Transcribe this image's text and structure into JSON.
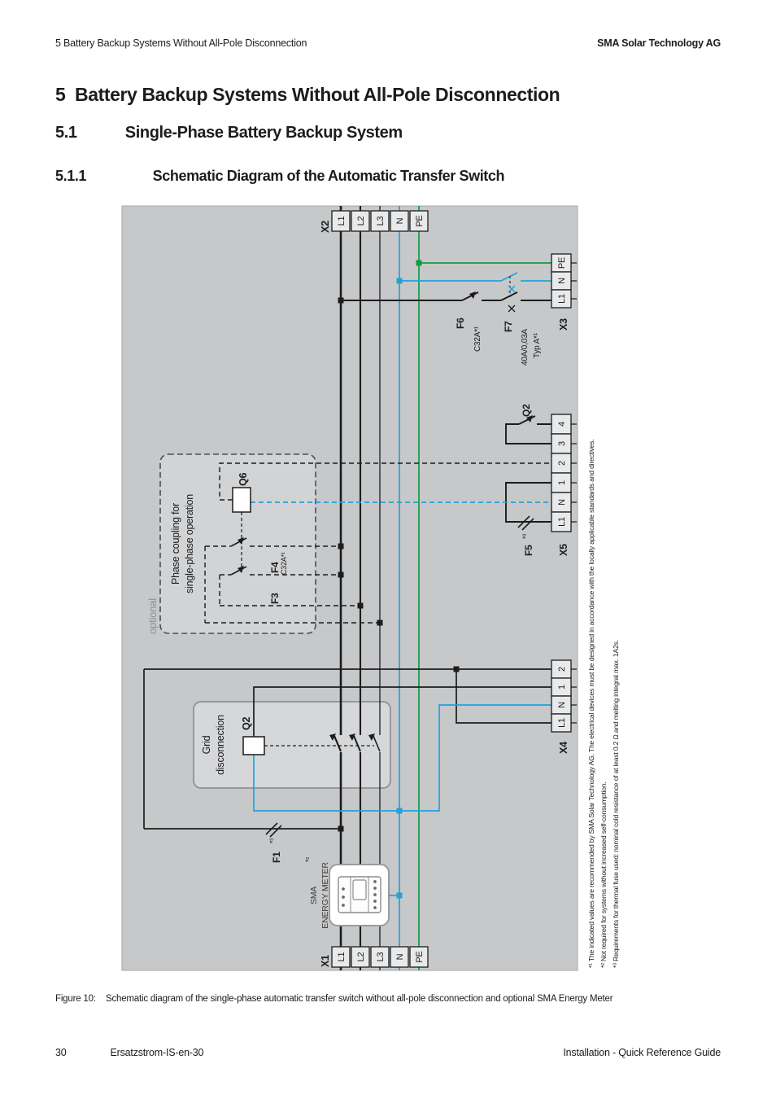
{
  "header": {
    "left": "5  Battery Backup Systems Without All-Pole Disconnection",
    "right": "SMA Solar Technology AG"
  },
  "headings": {
    "h1": {
      "num": "5",
      "title": "Battery Backup Systems Without All-Pole Disconnection"
    },
    "h2": {
      "num": "5.1",
      "title": "Single-Phase Battery Backup System"
    },
    "h3": {
      "num": "5.1.1",
      "title": "Schematic Diagram of the Automatic Transfer Switch"
    }
  },
  "figure": {
    "label": "Figure 10:",
    "caption": "Schematic diagram of the single-phase automatic transfer switch without all-pole disconnection and optional SMA Energy Meter"
  },
  "footer": {
    "page": "30",
    "doc": "Ersatzstrom-IS-en-30",
    "right": "Installation - Quick Reference Guide"
  },
  "diagram": {
    "colors": {
      "background": "#c7c8ca",
      "line_phase": "#1c1c1c",
      "line_neutral": "#21a2db",
      "line_pe": "#0c9c43"
    },
    "blocks": {
      "x2": {
        "name": "X2",
        "terminals": [
          "L1",
          "L2",
          "L3",
          "N",
          "PE"
        ]
      },
      "x1": {
        "name": "X1",
        "terminals": [
          "L1",
          "L2",
          "L3",
          "N",
          "PE"
        ]
      },
      "x3": {
        "name": "X3",
        "terminals": [
          "PE",
          "N",
          "L1"
        ]
      },
      "x4": {
        "name": "X4",
        "terminals": [
          "2",
          "1",
          "N",
          "L1"
        ]
      },
      "x5": {
        "name": "X5",
        "terminals": [
          "4",
          "3",
          "2",
          "1",
          "N",
          "L1"
        ]
      }
    },
    "components": {
      "f6": {
        "id": "F6",
        "rating": "C32A*¹"
      },
      "f7": {
        "id": "F7",
        "rating": "40A/0,03A",
        "type": "Typ A*¹"
      },
      "q2_switch": {
        "id": "Q2"
      },
      "f5": {
        "id": "F5",
        "note": "*³"
      },
      "q6": {
        "id": "Q6"
      },
      "f4": {
        "id": "F4",
        "rating": "C32A*¹"
      },
      "f3": {
        "id": "F3"
      },
      "q2_grid": {
        "id": "Q2"
      },
      "f1": {
        "id": "F1",
        "note": "*³"
      },
      "meter": {
        "note": "*²",
        "line1": "SMA",
        "line2": "ENERGY METER"
      }
    },
    "boxes": {
      "optional": {
        "tag": "optional",
        "line1": "Phase coupling for",
        "line2": "single-phase operation"
      },
      "grid": {
        "line1": "Grid",
        "line2": "disconnection"
      }
    },
    "footnotes": [
      "*¹ The indicated values are recommended by SMA Solar Technology AG. The electrical devices must be designed in accordance with the locally applicable standards and directives.",
      "*² Not required for systems without increased self-consumption.",
      "*³ Requirements for thermal fuse used: nominal cold resistance of at least 0.2 Ω and melting integral max. 1A2s."
    ]
  }
}
